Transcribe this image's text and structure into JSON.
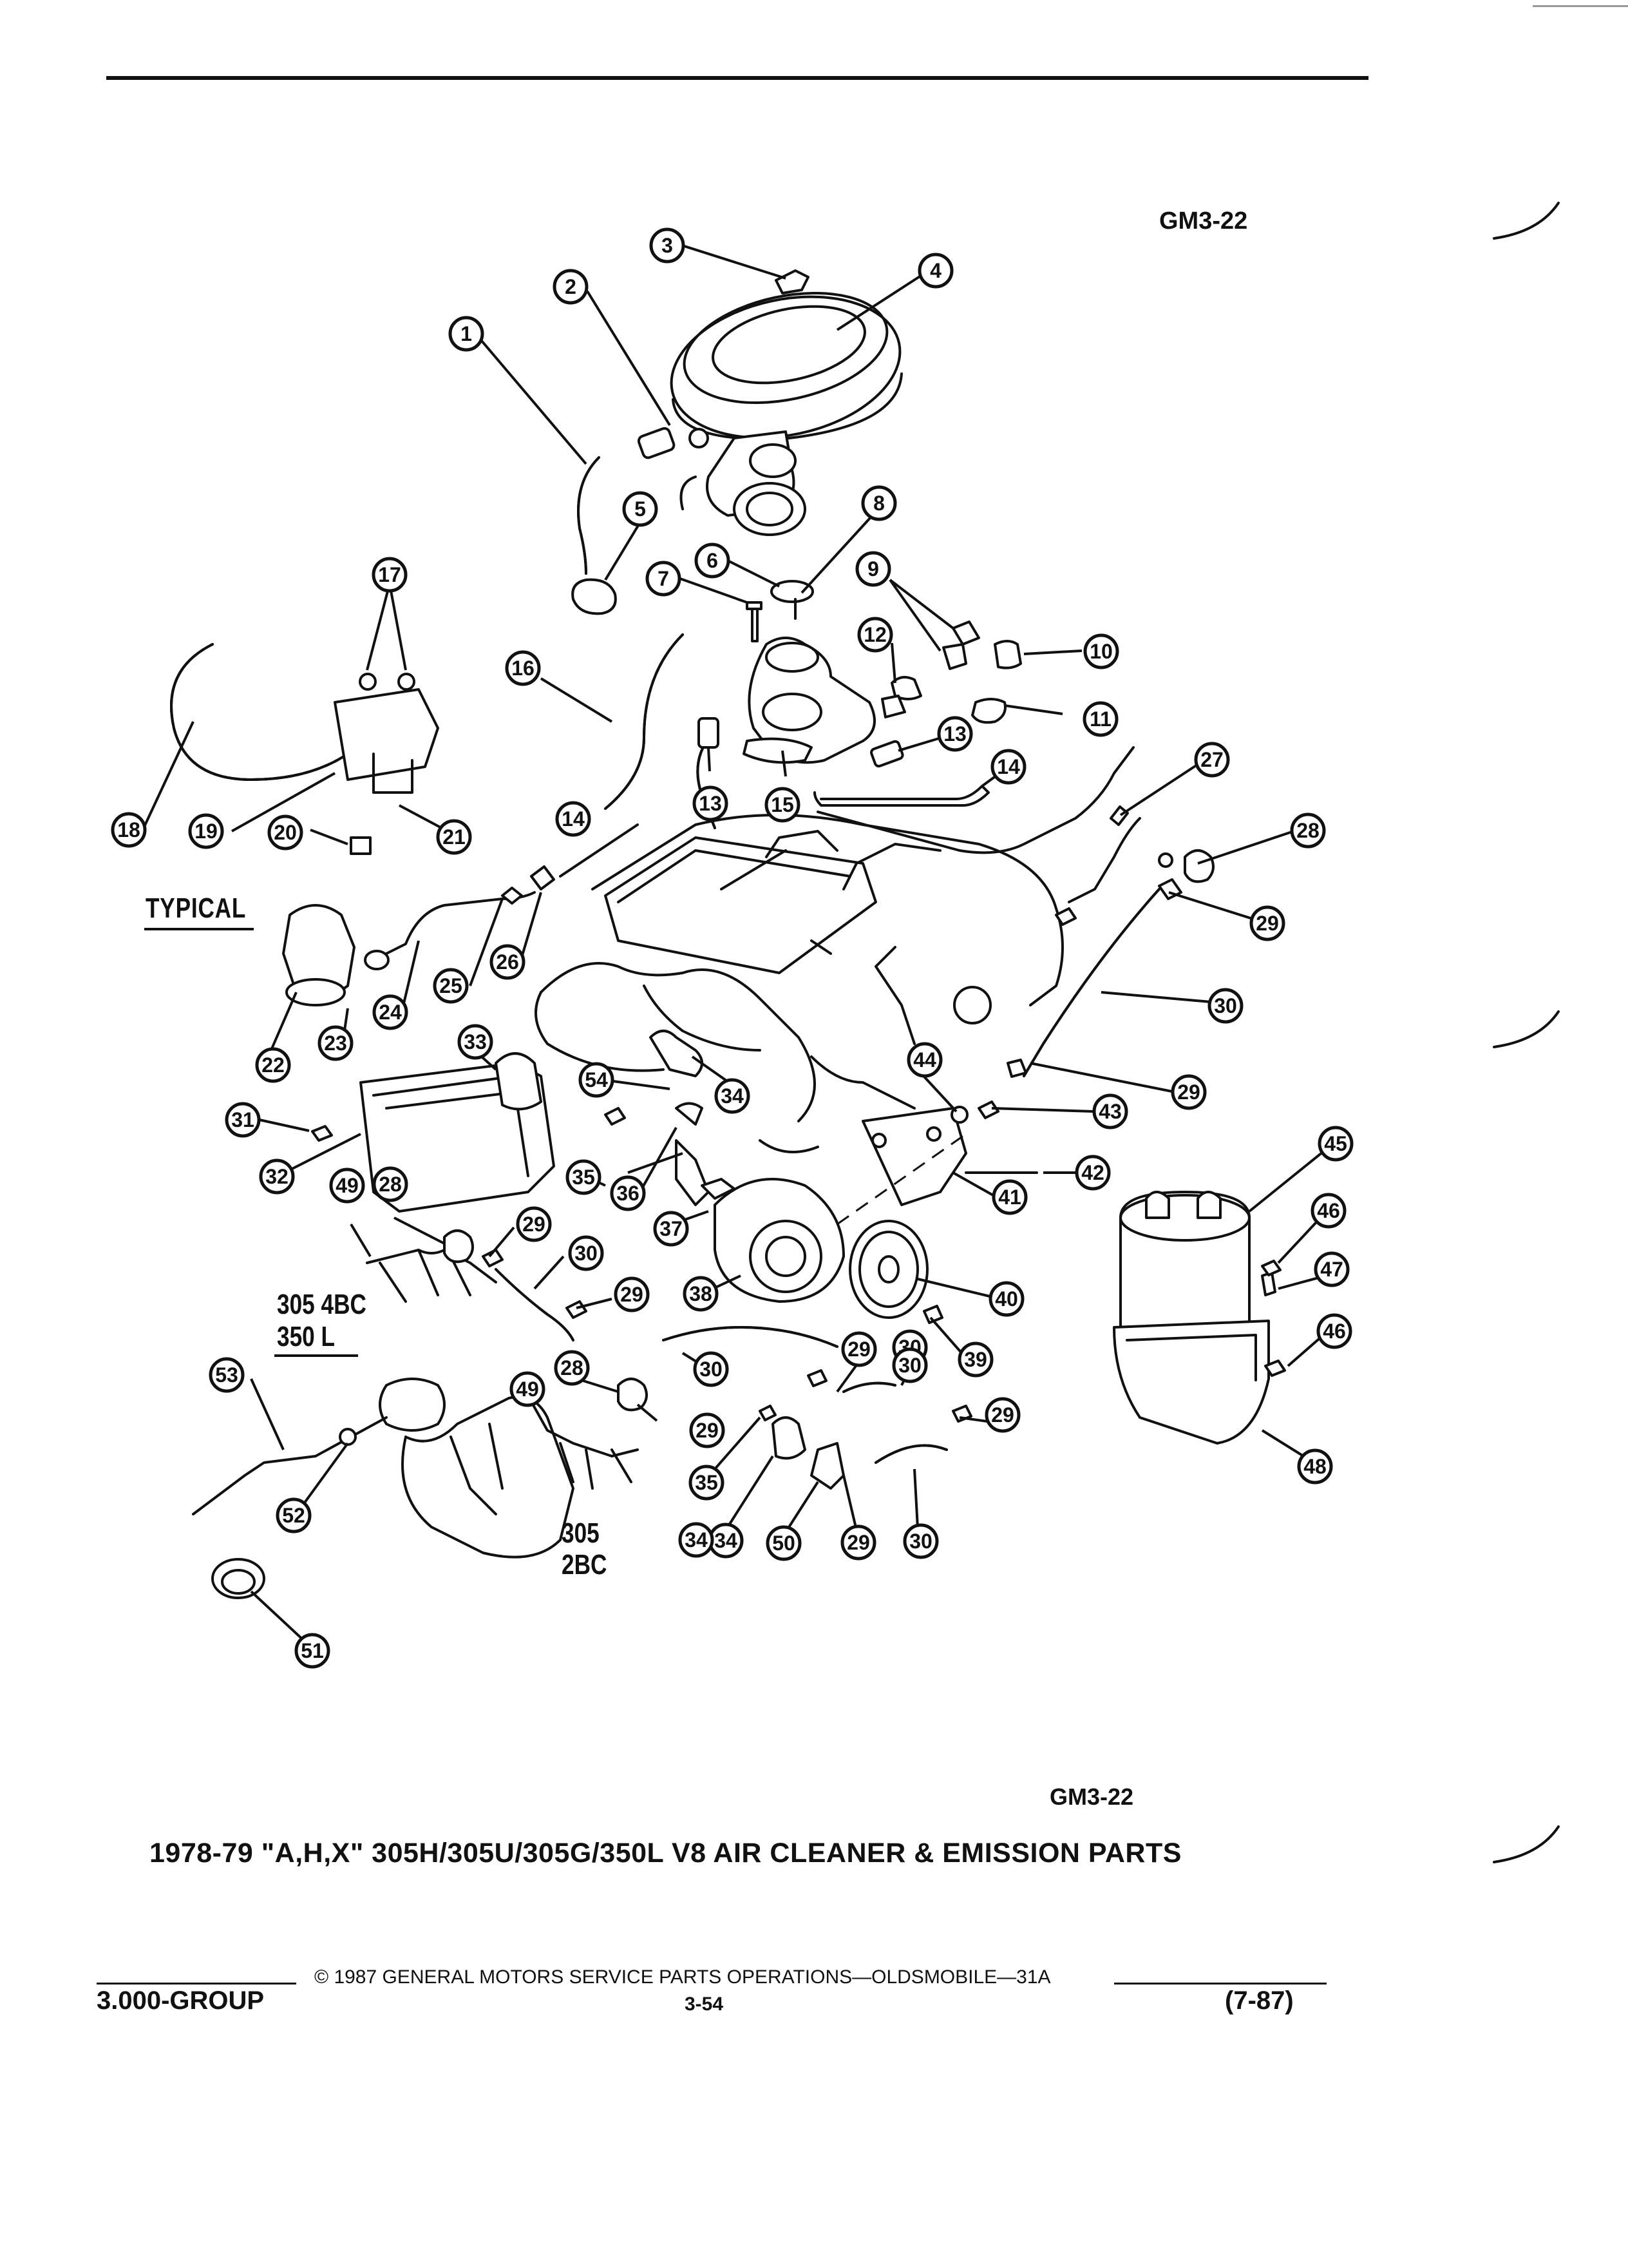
{
  "header": {
    "figure_code_top": "GM3-22",
    "figure_code_bottom": "GM3-22"
  },
  "caption": "1978-79 \"A,H,X\" 305H/305U/305G/350L V8 AIR CLEANER & EMISSION PARTS",
  "labels": {
    "typical": "TYPICAL",
    "engine_a_line1": "305 4BC",
    "engine_a_line2": "350 L",
    "engine_b_line1": "305",
    "engine_b_line2": "2BC"
  },
  "footer": {
    "copyright": "© 1987 GENERAL MOTORS SERVICE PARTS OPERATIONS—OLDSMOBILE—31A",
    "group": "3.000-GROUP",
    "page": "3-54",
    "date_code": "(7-87)"
  },
  "callouts": [
    "1",
    "2",
    "3",
    "4",
    "5",
    "6",
    "7",
    "8",
    "9",
    "10",
    "11",
    "12",
    "13",
    "13",
    "14",
    "14",
    "15",
    "16",
    "17",
    "18",
    "19",
    "20",
    "21",
    "22",
    "23",
    "24",
    "25",
    "26",
    "27",
    "28",
    "28",
    "28",
    "29",
    "29",
    "29",
    "29",
    "29",
    "29",
    "29",
    "29",
    "30",
    "30",
    "30",
    "30",
    "30",
    "30",
    "31",
    "32",
    "33",
    "34",
    "34",
    "34",
    "35",
    "35",
    "36",
    "37",
    "38",
    "39",
    "40",
    "41",
    "42",
    "43",
    "44",
    "45",
    "46",
    "46",
    "47",
    "48",
    "49",
    "49",
    "50",
    "51",
    "52",
    "53",
    "54"
  ]
}
